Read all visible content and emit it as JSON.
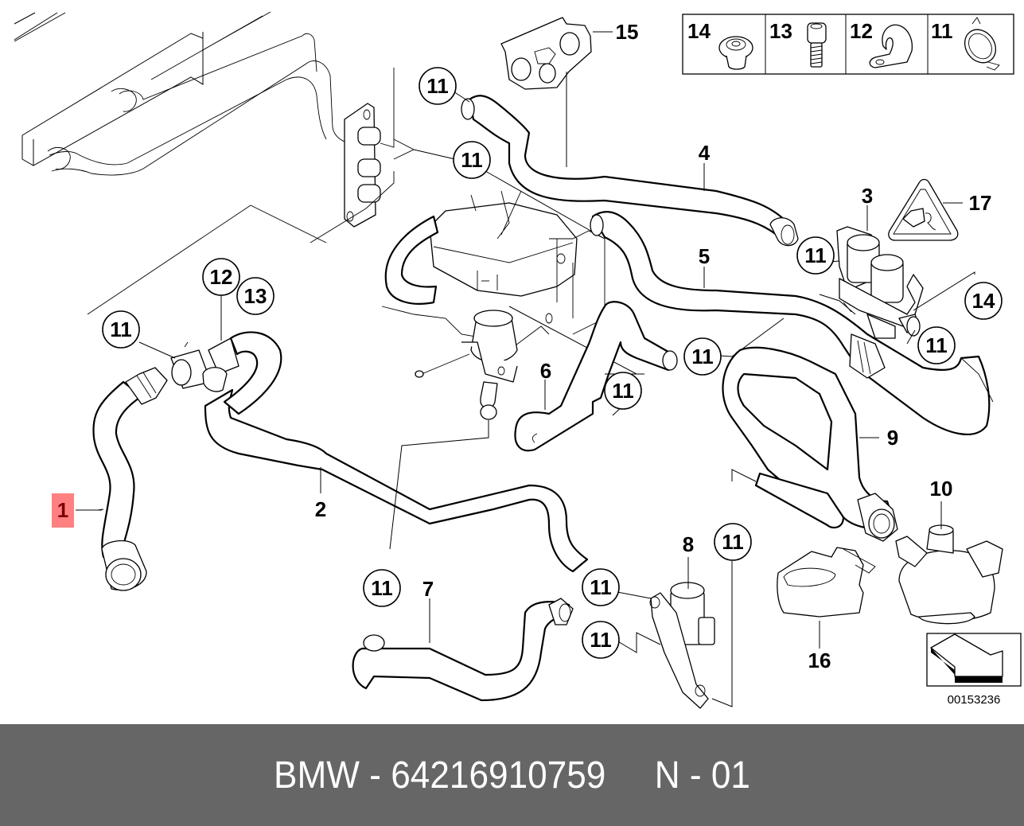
{
  "diagram": {
    "title": "Coolant hoses - BMW parts diagram",
    "highlighted_part": "1",
    "highlight_color": "#ff8080",
    "reference_number": "00153236",
    "parts_legend": [
      {
        "number": "14",
        "icon": "grommet-icon"
      },
      {
        "number": "13",
        "icon": "socket-bolt-icon"
      },
      {
        "number": "12",
        "icon": "pipe-clamp-icon"
      },
      {
        "number": "11",
        "icon": "hose-clip-icon"
      }
    ],
    "part_labels": [
      {
        "id": "1",
        "text": "1"
      },
      {
        "id": "2",
        "text": "2"
      },
      {
        "id": "3",
        "text": "3"
      },
      {
        "id": "4",
        "text": "4"
      },
      {
        "id": "5",
        "text": "5"
      },
      {
        "id": "6",
        "text": "6"
      },
      {
        "id": "7",
        "text": "7"
      },
      {
        "id": "8",
        "text": "8"
      },
      {
        "id": "9",
        "text": "9"
      },
      {
        "id": "10",
        "text": "10"
      },
      {
        "id": "15",
        "text": "15"
      },
      {
        "id": "16",
        "text": "16"
      },
      {
        "id": "17",
        "text": "17"
      }
    ],
    "circled_callouts": [
      {
        "text": "11"
      },
      {
        "text": "11"
      },
      {
        "text": "12"
      },
      {
        "text": "13"
      },
      {
        "text": "11"
      },
      {
        "text": "11"
      },
      {
        "text": "11"
      },
      {
        "text": "14"
      },
      {
        "text": "11"
      },
      {
        "text": "11"
      },
      {
        "text": "11"
      },
      {
        "text": "11"
      },
      {
        "text": "11"
      },
      {
        "text": "11"
      },
      {
        "text": "11"
      }
    ],
    "warning_symbol": "warning-triangle-icon",
    "view_direction_icon": "view-arrow-icon"
  },
  "footer": {
    "brand": "BMW",
    "separator": " - ",
    "part_number": "64216910759",
    "gap": "     ",
    "position_label": "N - 01"
  },
  "colors": {
    "footer_bg": "#666666",
    "footer_text": "#ffffff",
    "highlight": "#ff8080",
    "highlight_text": "#7a0000"
  }
}
